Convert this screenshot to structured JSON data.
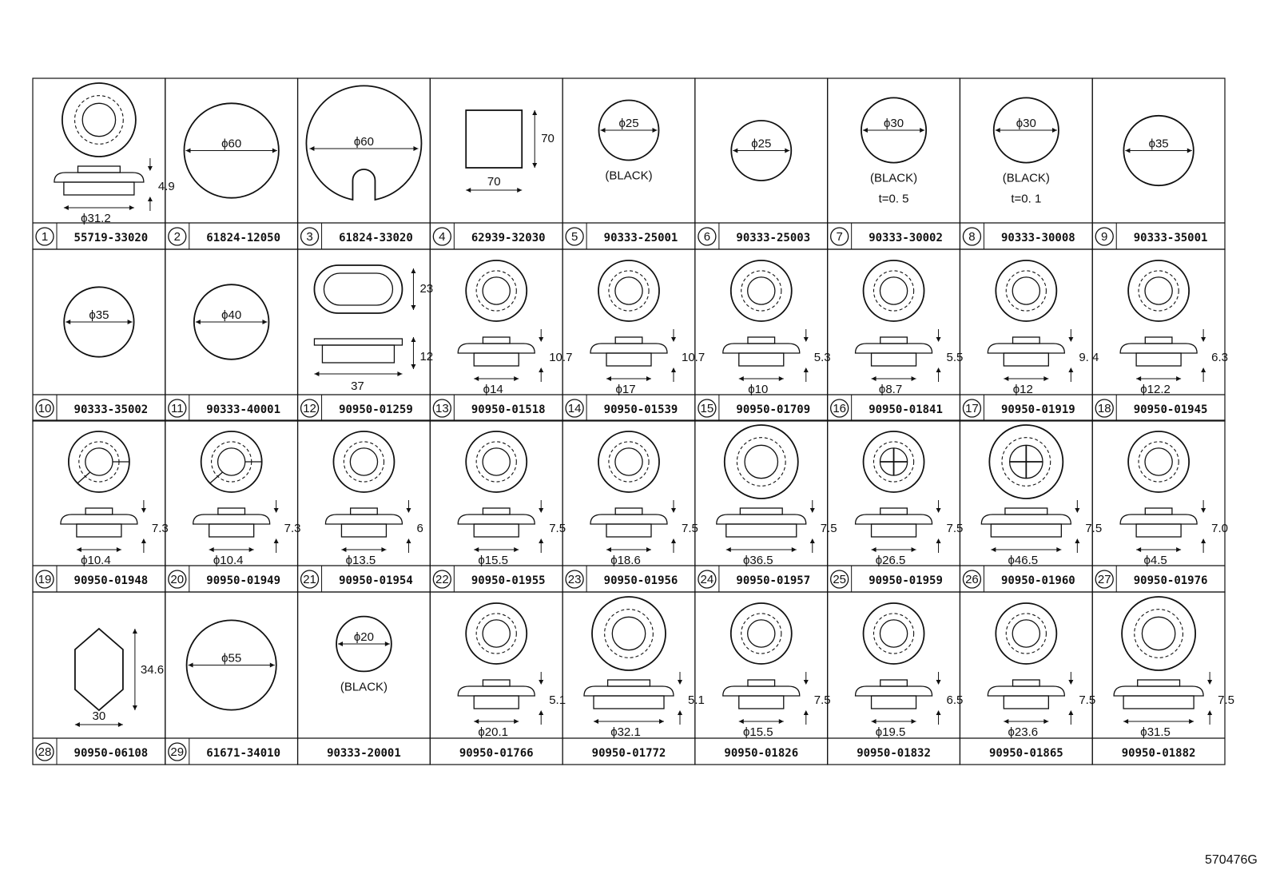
{
  "drawing_id": "570476G",
  "items": [
    {
      "num": "1",
      "part": "55719-33020",
      "kind": "grommet",
      "dims": [
        "4.9",
        "ϕ31.2"
      ]
    },
    {
      "num": "2",
      "part": "61824-12050",
      "kind": "disc",
      "dims": [
        "ϕ60"
      ]
    },
    {
      "num": "3",
      "part": "61824-33020",
      "kind": "slotted",
      "dims": [
        "ϕ60"
      ]
    },
    {
      "num": "4",
      "part": "62939-32030",
      "kind": "square",
      "dims": [
        "70",
        "70"
      ]
    },
    {
      "num": "5",
      "part": "90333-25001",
      "kind": "disc",
      "dims": [
        "ϕ25"
      ],
      "notes": [
        "(BLACK)"
      ]
    },
    {
      "num": "6",
      "part": "90333-25003",
      "kind": "disc",
      "dims": [
        "ϕ25"
      ]
    },
    {
      "num": "7",
      "part": "90333-30002",
      "kind": "disc",
      "dims": [
        "ϕ30"
      ],
      "notes": [
        "(BLACK)",
        "t=0. 5"
      ]
    },
    {
      "num": "8",
      "part": "90333-30008",
      "kind": "disc",
      "dims": [
        "ϕ30"
      ],
      "notes": [
        "(BLACK)",
        "t=0. 1"
      ]
    },
    {
      "num": "9",
      "part": "90333-35001",
      "kind": "disc",
      "dims": [
        "ϕ35"
      ]
    },
    {
      "num": "10",
      "part": "90333-35002",
      "kind": "disc",
      "dims": [
        "ϕ35"
      ]
    },
    {
      "num": "11",
      "part": "90333-40001",
      "kind": "disc",
      "dims": [
        "ϕ40"
      ]
    },
    {
      "num": "12",
      "part": "90950-01259",
      "kind": "oval",
      "dims": [
        "23",
        "12",
        "37"
      ]
    },
    {
      "num": "13",
      "part": "90950-01518",
      "kind": "grommet",
      "dims": [
        "10.7",
        "ϕ14"
      ]
    },
    {
      "num": "14",
      "part": "90950-01539",
      "kind": "grommet",
      "dims": [
        "10.7",
        "ϕ17"
      ]
    },
    {
      "num": "15",
      "part": "90950-01709",
      "kind": "grommet",
      "dims": [
        "5.3",
        "ϕ10"
      ]
    },
    {
      "num": "16",
      "part": "90950-01841",
      "kind": "grommet",
      "dims": [
        "5.5",
        "ϕ8.7"
      ]
    },
    {
      "num": "17",
      "part": "90950-01919",
      "kind": "grommet",
      "dims": [
        "9. 4",
        "ϕ12"
      ]
    },
    {
      "num": "18",
      "part": "90950-01945",
      "kind": "grommet",
      "dims": [
        "6.3",
        "ϕ12.2"
      ]
    },
    {
      "num": "19",
      "part": "90950-01948",
      "kind": "grommet",
      "dims": [
        "7.3",
        "ϕ10.4"
      ]
    },
    {
      "num": "20",
      "part": "90950-01949",
      "kind": "grommet",
      "dims": [
        "7.3",
        "ϕ10.4"
      ]
    },
    {
      "num": "21",
      "part": "90950-01954",
      "kind": "grommet",
      "dims": [
        "6",
        "ϕ13.5"
      ]
    },
    {
      "num": "22",
      "part": "90950-01955",
      "kind": "grommet",
      "dims": [
        "7.5",
        "ϕ15.5"
      ]
    },
    {
      "num": "23",
      "part": "90950-01956",
      "kind": "grommet",
      "dims": [
        "7.5",
        "ϕ18.6"
      ]
    },
    {
      "num": "24",
      "part": "90950-01957",
      "kind": "grommet",
      "dims": [
        "7.5",
        "ϕ36.5"
      ]
    },
    {
      "num": "25",
      "part": "90950-01959",
      "kind": "grommet",
      "dims": [
        "7.5",
        "ϕ26.5"
      ]
    },
    {
      "num": "26",
      "part": "90950-01960",
      "kind": "grommet",
      "dims": [
        "7.5",
        "ϕ46.5"
      ]
    },
    {
      "num": "27",
      "part": "90950-01976",
      "kind": "grommet",
      "dims": [
        "7.0",
        "ϕ4.5"
      ]
    },
    {
      "num": "28",
      "part": "90950-06108",
      "kind": "hexagon",
      "dims": [
        "34.6",
        "30"
      ]
    },
    {
      "num": "29",
      "part": "61671-34010",
      "kind": "disc",
      "dims": [
        "ϕ55"
      ]
    },
    {
      "num": "",
      "part": "90333-20001",
      "kind": "disc",
      "dims": [
        "ϕ20"
      ],
      "notes": [
        "(BLACK)"
      ]
    },
    {
      "num": "",
      "part": "90950-01766",
      "kind": "grommet",
      "dims": [
        "5.1",
        "ϕ20.1"
      ]
    },
    {
      "num": "",
      "part": "90950-01772",
      "kind": "grommet",
      "dims": [
        "5.1",
        "ϕ32.1"
      ]
    },
    {
      "num": "",
      "part": "90950-01826",
      "kind": "grommet",
      "dims": [
        "7.5",
        "ϕ15.5"
      ]
    },
    {
      "num": "",
      "part": "90950-01832",
      "kind": "grommet",
      "dims": [
        "6.5",
        "ϕ19.5"
      ]
    },
    {
      "num": "",
      "part": "90950-01865",
      "kind": "grommet",
      "dims": [
        "7.5",
        "ϕ23.6"
      ]
    },
    {
      "num": "",
      "part": "90950-01882",
      "kind": "grommet",
      "dims": [
        "7.5",
        "ϕ31.5"
      ]
    }
  ]
}
